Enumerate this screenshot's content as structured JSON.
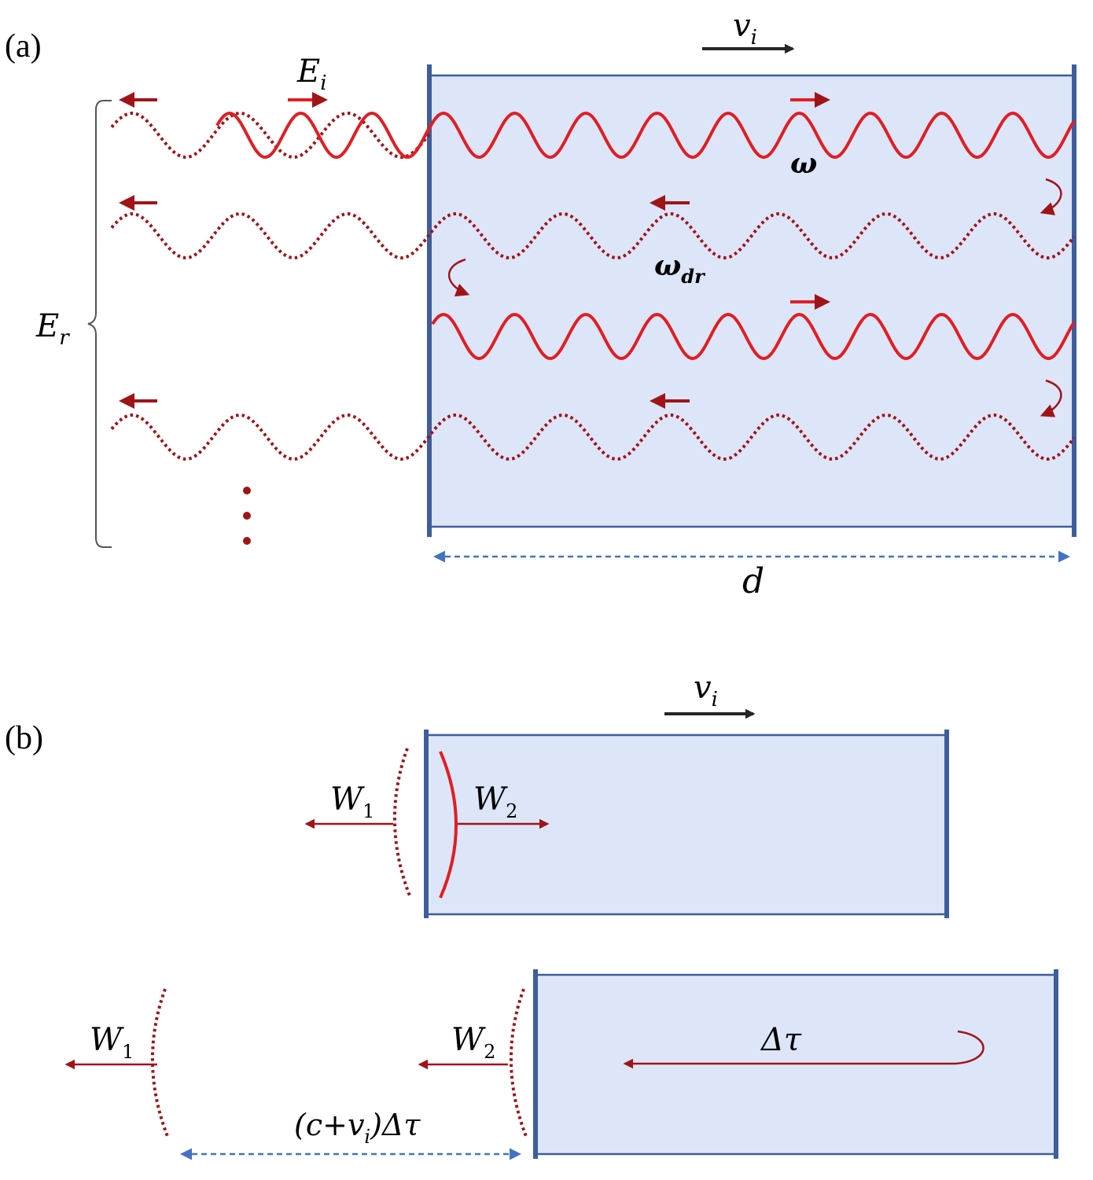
{
  "panels": [
    {
      "id": "a",
      "tag": "(a)"
    },
    {
      "id": "b",
      "tag": "(b)"
    }
  ],
  "labels": {
    "vi_a": {
      "main": "v",
      "sub": "i"
    },
    "Ei": {
      "main": "E",
      "sub": "i"
    },
    "omega": {
      "main": "ω",
      "sub": ""
    },
    "omega_dr": {
      "main": "ω",
      "sub": "dr"
    },
    "Er": {
      "main": "E",
      "sub": "r"
    },
    "d": {
      "main": "d"
    },
    "vi_b": {
      "main": "v",
      "sub": "i"
    },
    "W1_top": {
      "main": "W",
      "sub": "1"
    },
    "W2_top": {
      "main": "W",
      "sub": "2"
    },
    "W1_bot": {
      "main": "W",
      "sub": "1"
    },
    "W2_bot": {
      "main": "W",
      "sub": "2"
    },
    "delta_tau": {
      "main": "Δτ"
    },
    "distance": {
      "pre": "(c+v",
      "sub": "i",
      "post": ")Δτ"
    }
  },
  "colors": {
    "slab_fill": "#dde5f8",
    "slab_border": "#3d5d9c",
    "wave_solid": "#e01e22",
    "wave_dotted": "#a01418",
    "dim_line": "#4472c4",
    "velocity_arrow": "#262626",
    "bracket": "#555555"
  }
}
